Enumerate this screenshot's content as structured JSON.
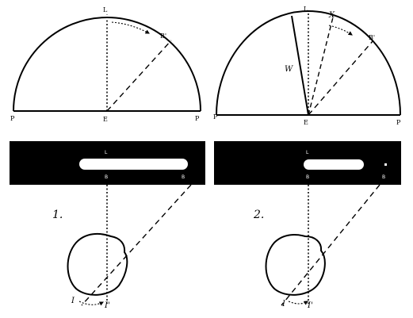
{
  "panel1": {
    "number": "1.",
    "arc": {
      "left": "P",
      "right": "P",
      "center": "E",
      "top": "L",
      "point": "B'"
    },
    "strip": {
      "top": "L",
      "bottom_left": "B",
      "bottom_right": "B"
    },
    "eye": {
      "left": "I",
      "right": "I'"
    }
  },
  "panel2": {
    "number": "2.",
    "arc": {
      "left": "P",
      "right": "P",
      "center": "E",
      "top": "L",
      "point": "B'",
      "extra_top": "X",
      "side": "W"
    },
    "strip": {
      "top": "L",
      "bottom_left": "B",
      "bottom_right": "B"
    },
    "eye": {
      "left": "I",
      "right": "I'"
    }
  },
  "colors": {
    "ink": "#000000",
    "paper": "#ffffff"
  }
}
